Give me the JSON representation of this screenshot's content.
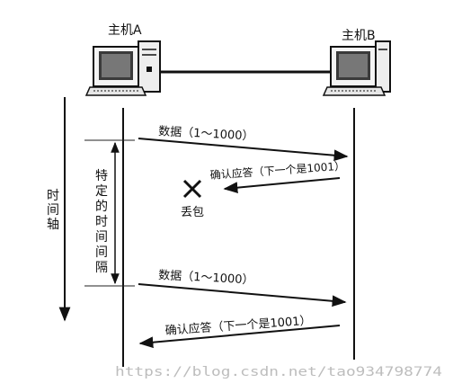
{
  "host_a_label": "主机A",
  "host_b_label": "主机B",
  "time_axis_label": [
    "时",
    "间",
    "轴"
  ],
  "interval_label": [
    "特",
    "定",
    "的",
    "时",
    "间",
    "间",
    "隔"
  ],
  "messages": [
    {
      "text": "数据（1～1000）",
      "direction": "A-to-B"
    },
    {
      "text": "确认应答（下一个是1001）",
      "direction": "B-to-A"
    },
    {
      "text": "数据（1～1000）",
      "direction": "A-to-B"
    },
    {
      "text": "确认应答（下一个是1001）",
      "direction": "B-to-A"
    }
  ],
  "lost_label": "丢包",
  "watermark": "https://blog.csdn.net/tao934798774"
}
